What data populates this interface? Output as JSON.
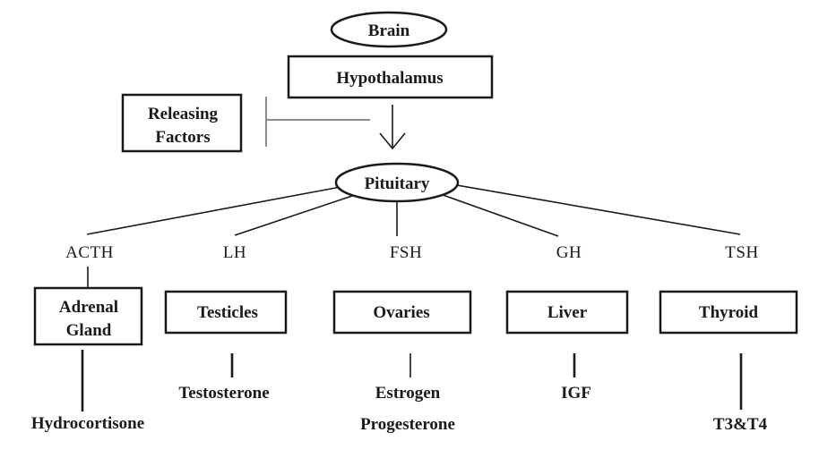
{
  "top": {
    "brain": "Brain",
    "hypothalamus": "Hypothalamus",
    "releasing_factors": [
      "Releasing",
      "Factors"
    ],
    "pituitary": "Pituitary"
  },
  "branches": [
    {
      "hormone": "ACTH",
      "organ": [
        "Adrenal",
        "Gland"
      ],
      "products": [
        "Hydrocortisone"
      ]
    },
    {
      "hormone": "LH",
      "organ": [
        "Testicles"
      ],
      "products": [
        "Testosterone"
      ]
    },
    {
      "hormone": "FSH",
      "organ": [
        "Ovaries"
      ],
      "products": [
        "Estrogen",
        "Progesterone"
      ]
    },
    {
      "hormone": "GH",
      "organ": [
        "Liver"
      ],
      "products": [
        "IGF"
      ]
    },
    {
      "hormone": "TSH",
      "organ": [
        "Thyroid"
      ],
      "products": [
        "T3&T4"
      ]
    }
  ]
}
